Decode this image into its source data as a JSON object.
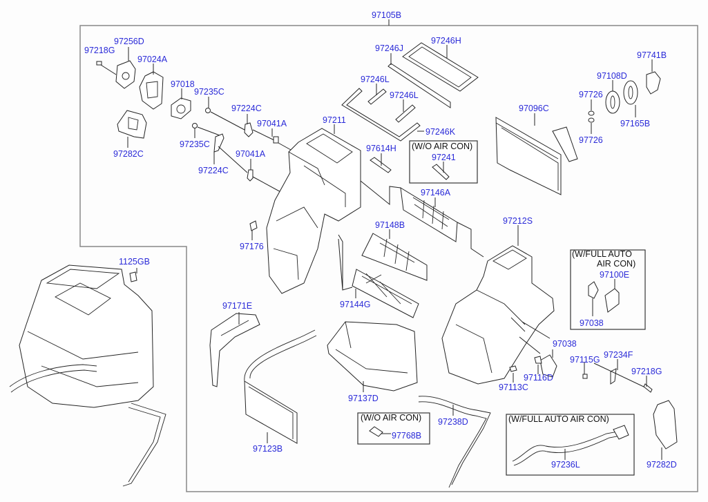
{
  "diagram": {
    "title_part": "97105B",
    "labels": {
      "p97256D": "97256D",
      "p97218G_a": "97218G",
      "p97024A": "97024A",
      "p97018": "97018",
      "p97235C_a": "97235C",
      "p97224C_a": "97224C",
      "p97041A_a": "97041A",
      "p97235C_b": "97235C",
      "p97041A_b": "97041A",
      "p97224C_b": "97224C",
      "p97282C": "97282C",
      "p97246J": "97246J",
      "p97246H": "97246H",
      "p97246L_a": "97246L",
      "p97246L_b": "97246L",
      "p97246K": "97246K",
      "p97211": "97211",
      "p97614H": "97614H",
      "p97241": "97241",
      "p97096C": "97096C",
      "p97741B": "97741B",
      "p97108D": "97108D",
      "p97726_a": "97726",
      "p97726_b": "97726",
      "p97165B": "97165B",
      "p97146A": "97146A",
      "p97148B": "97148B",
      "p97212S": "97212S",
      "p97176": "97176",
      "p1125GB": "1125GB",
      "p97144G": "97144G",
      "p97100E": "97100E",
      "p97038_a": "97038",
      "p97038_b": "97038",
      "p97171E": "97171E",
      "p97115G": "97115G",
      "p97234F": "97234F",
      "p97218G_b": "97218G",
      "p97116D": "97116D",
      "p97113C": "97113C",
      "p97137D": "97137D",
      "p97238D": "97238D",
      "p97768B": "97768B",
      "p97236L": "97236L",
      "p97282D": "97282D",
      "p97123B": "97123B"
    },
    "notes": {
      "wo_air_con_1": "(W/O AIR CON)",
      "wo_air_con_2": "(W/O AIR CON)",
      "full_auto_1_line1": "(W/FULL AUTO",
      "full_auto_1_line2": "AIR CON)",
      "full_auto_2": "(W/FULL AUTO AIR CON)"
    },
    "colors": {
      "label": "#2a2ad8",
      "line": "#222222",
      "background": "#fdfdfd"
    }
  }
}
